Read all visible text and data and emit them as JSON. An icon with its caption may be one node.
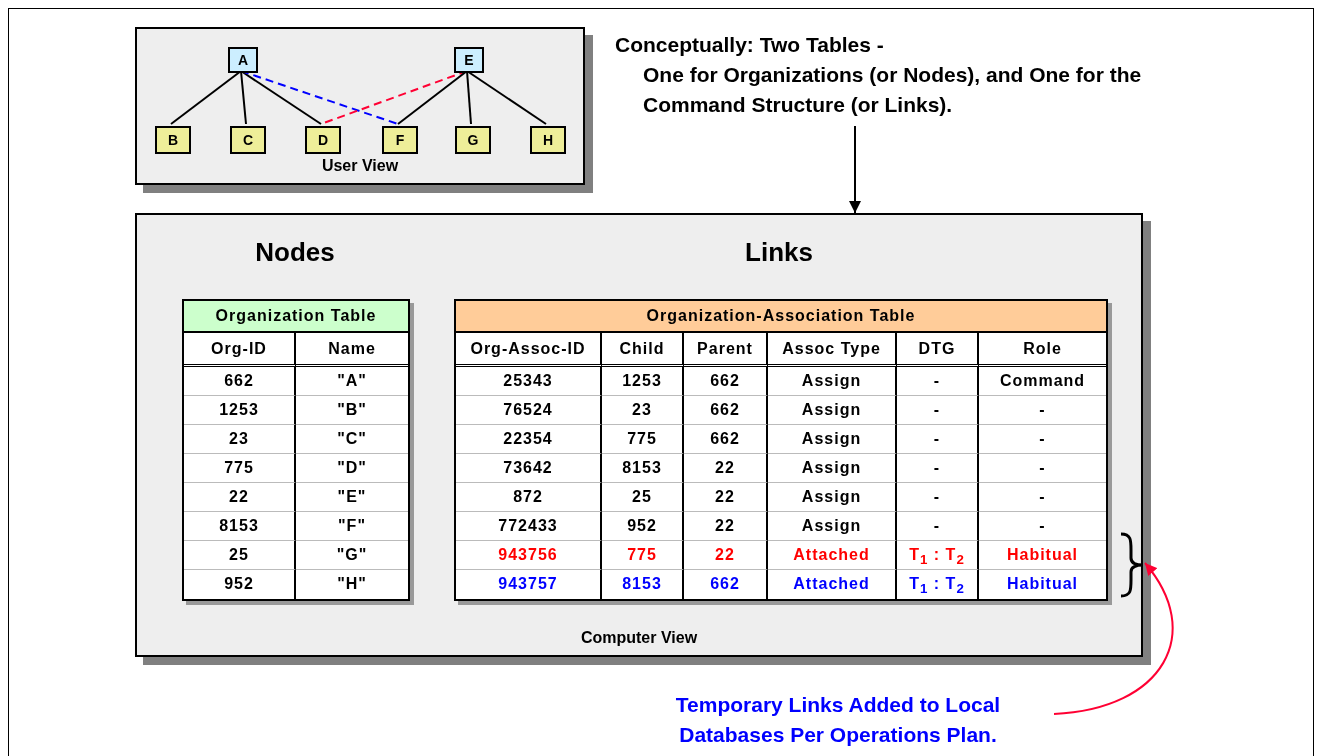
{
  "diagram": {
    "nodes": [
      {
        "text": [
          "User View"
        ]
      },
      {
        "text": [
          "A"
        ],
        "in": 0
      },
      {
        "text": [
          "E"
        ],
        "in": 0
      },
      {
        "text": [
          "B"
        ],
        "in": 0
      },
      {
        "text": [
          "C"
        ],
        "in": 0
      },
      {
        "text": [
          "D"
        ],
        "in": 0
      },
      {
        "text": [
          "F"
        ],
        "in": 0
      },
      {
        "text": [
          "G"
        ],
        "in": 0
      },
      {
        "text": [
          "H"
        ],
        "in": 0
      },
      {
        "text": [
          "Conceptually: Two Tables -",
          "One for Organizations (or Nodes), and One for the Command Structure (or Links)."
        ]
      },
      {
        "text": [
          "Computer View"
        ]
      },
      {
        "text": [
          "Nodes",
          "Organization Table"
        ],
        "in": 10
      },
      {
        "text": [
          "Links",
          "Organization-Association Table"
        ],
        "in": 10
      },
      {
        "text": [],
        "shape": "brace",
        "in": 10
      },
      {
        "text": [
          "Temporary Links Added to Local Databases Per Operations Plan."
        ]
      }
    ],
    "edges": [
      {
        "from": 1,
        "to": 3,
        "arrow": "none"
      },
      {
        "from": 1,
        "to": 4,
        "arrow": "none"
      },
      {
        "from": 1,
        "to": 5,
        "arrow": "none"
      },
      {
        "from": 1,
        "to": 6,
        "arrow": "none",
        "style": "dashed",
        "color": "#0000ff"
      },
      {
        "from": 2,
        "to": 5,
        "arrow": "none",
        "style": "dashed",
        "color": "#ff0033"
      },
      {
        "from": 2,
        "to": 6,
        "arrow": "none"
      },
      {
        "from": 2,
        "to": 7,
        "arrow": "none"
      },
      {
        "from": 2,
        "to": 8,
        "arrow": "none"
      },
      {
        "from": 9,
        "to": 10,
        "arrow": "to"
      },
      {
        "from": 14,
        "to": 13,
        "arrow": "to",
        "color": "#ff0033"
      }
    ],
    "labels": [
      "Org-ID",
      "Name",
      "662",
      "\"A\"",
      "1253",
      "\"B\"",
      "23",
      "\"C\"",
      "775",
      "\"D\"",
      "22",
      "\"E\"",
      "8153",
      "\"F\"",
      "25",
      "\"G\"",
      "952",
      "\"H\"",
      "Org-Assoc-ID",
      "Child",
      "Parent",
      "Assoc Type",
      "DTG",
      "Role",
      "25343",
      "1253",
      "662",
      "Assign",
      "-",
      "Command",
      "76524",
      "23",
      "662",
      "Assign",
      "-",
      "-",
      "22354",
      "775",
      "662",
      "Assign",
      "-",
      "-",
      "73642",
      "8153",
      "22",
      "Assign",
      "-",
      "-",
      "872",
      "25",
      "22",
      "Assign",
      "-",
      "-",
      "772433",
      "952",
      "22",
      "Assign",
      "-",
      "-",
      "943756",
      "775",
      "22",
      "Attached",
      "T$_{1}$ : T$_{2}$",
      "Habitual",
      "943757",
      "8153",
      "662",
      "Attached",
      "T$_{1}$ : T$_{2}$",
      "Habitual"
    ]
  }
}
